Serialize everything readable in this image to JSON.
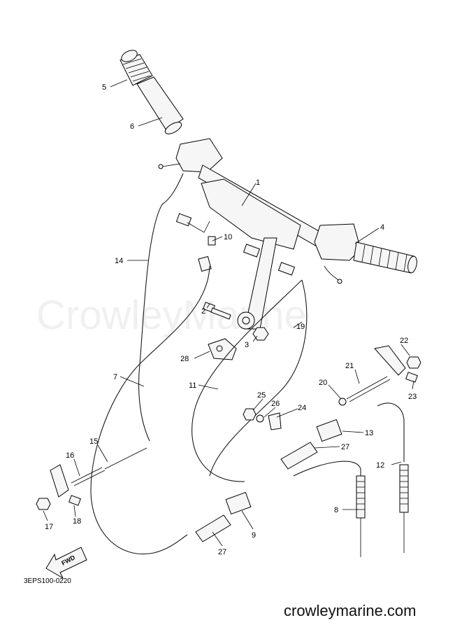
{
  "watermark": "CrowleyMarine",
  "diagram_code": "3EPS100-0220",
  "site_url": "crowleymarine.com",
  "fwd_label": "FWD",
  "callouts": [
    {
      "id": "c1",
      "text": "1"
    },
    {
      "id": "c2",
      "text": "2"
    },
    {
      "id": "c3",
      "text": "3"
    },
    {
      "id": "c4",
      "text": "4"
    },
    {
      "id": "c5",
      "text": "5"
    },
    {
      "id": "c6",
      "text": "6"
    },
    {
      "id": "c7",
      "text": "7"
    },
    {
      "id": "c8",
      "text": "8"
    },
    {
      "id": "c9",
      "text": "9"
    },
    {
      "id": "c10",
      "text": "10"
    },
    {
      "id": "c11",
      "text": "11"
    },
    {
      "id": "c12",
      "text": "12"
    },
    {
      "id": "c13",
      "text": "13"
    },
    {
      "id": "c14",
      "text": "14"
    },
    {
      "id": "c15",
      "text": "15"
    },
    {
      "id": "c16",
      "text": "16"
    },
    {
      "id": "c17",
      "text": "17"
    },
    {
      "id": "c18",
      "text": "18"
    },
    {
      "id": "c19",
      "text": "19"
    },
    {
      "id": "c20",
      "text": "20"
    },
    {
      "id": "c21",
      "text": "21"
    },
    {
      "id": "c22",
      "text": "22"
    },
    {
      "id": "c23",
      "text": "23"
    },
    {
      "id": "c24",
      "text": "24"
    },
    {
      "id": "c25",
      "text": "25"
    },
    {
      "id": "c26",
      "text": "26"
    },
    {
      "id": "c27a",
      "text": "27"
    },
    {
      "id": "c27b",
      "text": "27"
    },
    {
      "id": "c28",
      "text": "28"
    }
  ]
}
